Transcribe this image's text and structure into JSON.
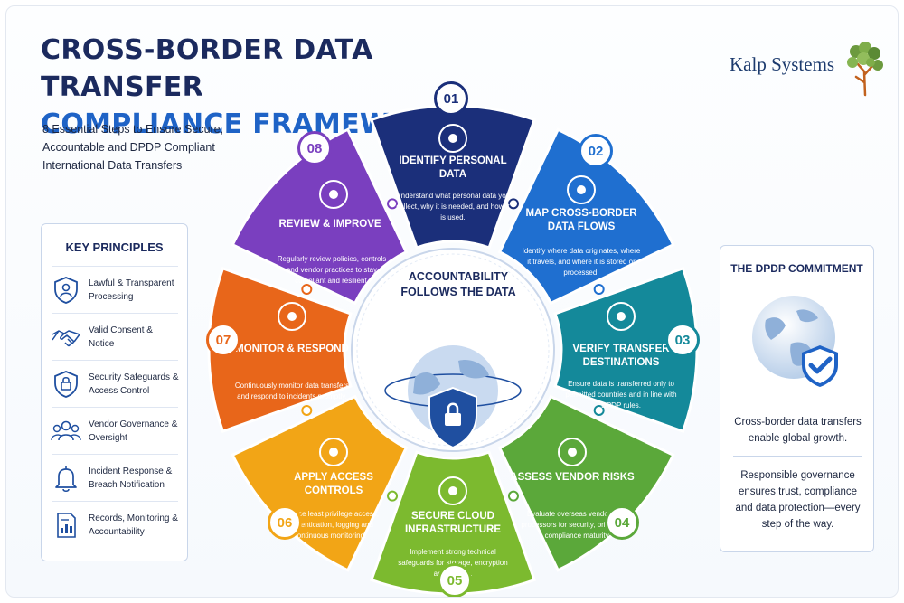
{
  "header": {
    "title_line1": "CROSS-BORDER DATA TRANSFER",
    "title_line2": "COMPLIANCE FRAMEWORK",
    "subtitle": "8 Essential Steps to Ensure Secure, Accountable and DPDP Compliant International Data Transfers"
  },
  "logo": {
    "text": "Kalp Systems",
    "icon": "tree-icon"
  },
  "key_principles": {
    "title": "KEY PRINCIPLES",
    "items": [
      {
        "label": "Lawful & Transparent Processing",
        "icon": "shield-user-icon"
      },
      {
        "label": "Valid Consent & Notice",
        "icon": "handshake-icon"
      },
      {
        "label": "Security Safeguards & Access Control",
        "icon": "lock-shield-icon"
      },
      {
        "label": "Vendor Governance & Oversight",
        "icon": "people-icon"
      },
      {
        "label": "Incident Response & Breach Notification",
        "icon": "bell-icon"
      },
      {
        "label": "Records, Monitoring & Accountability",
        "icon": "report-icon"
      }
    ]
  },
  "center": {
    "title": "ACCOUNTABILITY FOLLOWS THE DATA",
    "icon": "globe-lock-icon"
  },
  "steps": [
    {
      "num": "01",
      "title": "IDENTIFY PERSONAL DATA",
      "desc": "Understand what personal data you collect, why it is needed, and how it is used.",
      "color": "#1b2f7a",
      "icon": "id-document-icon"
    },
    {
      "num": "02",
      "title": "MAP CROSS-BORDER DATA FLOWS",
      "desc": "Identify where data originates, where it travels, and where it is stored or processed.",
      "color": "#1f6fd0",
      "icon": "globe-pin-icon"
    },
    {
      "num": "03",
      "title": "VERIFY TRANSFER DESTINATIONS",
      "desc": "Ensure data is transferred only to permitted countries and in line with DPDP rules.",
      "color": "#14899a",
      "icon": "checklist-icon"
    },
    {
      "num": "04",
      "title": "ASSESS VENDOR RISKS",
      "desc": "Evaluate overseas vendors and processors for security, privacy and compliance maturity.",
      "color": "#5ba83a",
      "icon": "vendor-check-icon"
    },
    {
      "num": "05",
      "title": "SECURE CLOUD INFRASTRUCTURE",
      "desc": "Implement strong technical safeguards for storage, encryption and access.",
      "color": "#7cba2f",
      "icon": "cloud-lock-icon"
    },
    {
      "num": "06",
      "title": "APPLY ACCESS CONTROLS",
      "desc": "Enforce least privilege access, authentication, logging and continuous monitoring.",
      "color": "#f2a516",
      "icon": "user-lock-icon"
    },
    {
      "num": "07",
      "title": "MONITOR & RESPOND",
      "desc": "Continuously monitor data transfers and respond to incidents promptly.",
      "color": "#e8661a",
      "icon": "monitor-alert-icon"
    },
    {
      "num": "08",
      "title": "REVIEW & IMPROVE",
      "desc": "Regularly review policies, controls and vendor practices to stay compliant and resilient.",
      "color": "#7a3fbf",
      "icon": "chart-gear-icon"
    }
  ],
  "dpdp": {
    "title": "THE DPDP COMMITMENT",
    "icon": "globe-shield-icon",
    "text1": "Cross-border data transfers enable global growth.",
    "text2": "Responsible governance ensures trust, compliance and data protection—every step of the way."
  }
}
